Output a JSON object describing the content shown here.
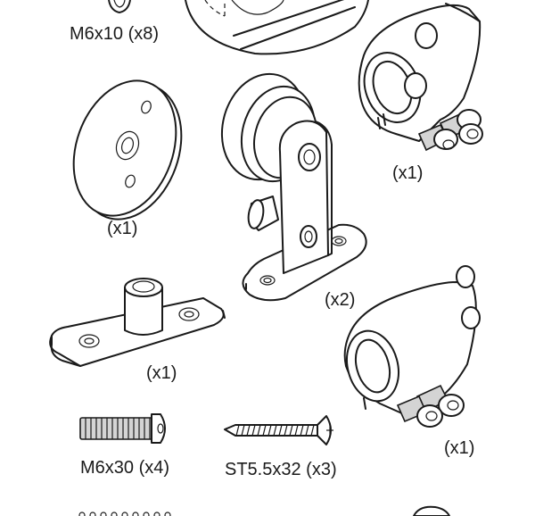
{
  "labels": {
    "m6x10": "M6x10 (x8)",
    "disc_qty": "(x1)",
    "roller_qty": "(x2)",
    "clamp_top_qty": "(x1)",
    "guide_qty": "(x1)",
    "clamp_bottom_qty": "(x1)",
    "m6x30": "M6x30 (x4)",
    "st5532": "ST5.5x32 (x3)"
  },
  "colors": {
    "stroke": "#1a1a1a",
    "background": "#ffffff",
    "shade": "#d4d4d4"
  }
}
